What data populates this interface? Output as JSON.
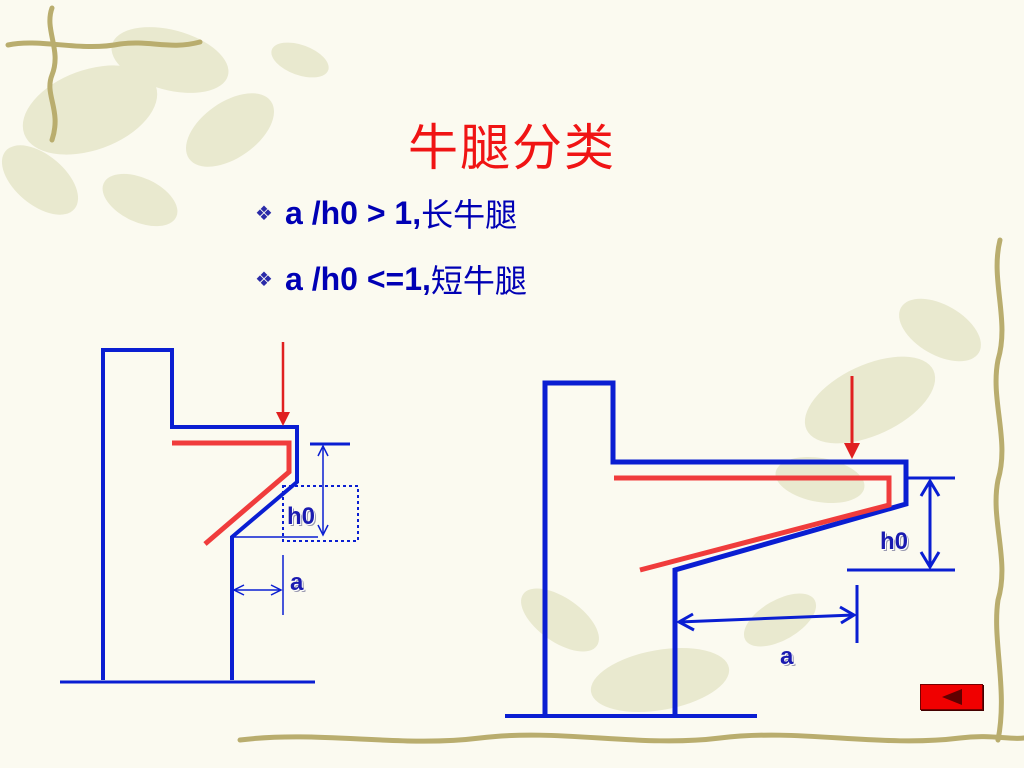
{
  "slide": {
    "title": "牛腿分类",
    "bullets": [
      {
        "icon": "diamond-bullet-icon",
        "text": "a /h0 > 1,",
        "suffix": "长牛腿"
      },
      {
        "icon": "diamond-bullet-icon",
        "text": "a /h0 <=1,",
        "suffix": "短牛腿"
      }
    ]
  },
  "diagram": {
    "left": {
      "h_label": "h0",
      "a_label": "a"
    },
    "right": {
      "h_label": "h0",
      "a_label": "a"
    }
  },
  "nav": {
    "back_icon": "triangle-left-icon"
  },
  "colors": {
    "title": "#f01414",
    "text": "#0000b4",
    "structure": "#0a1ed2",
    "rebar": "#f03c3c",
    "button": "#f00000"
  }
}
